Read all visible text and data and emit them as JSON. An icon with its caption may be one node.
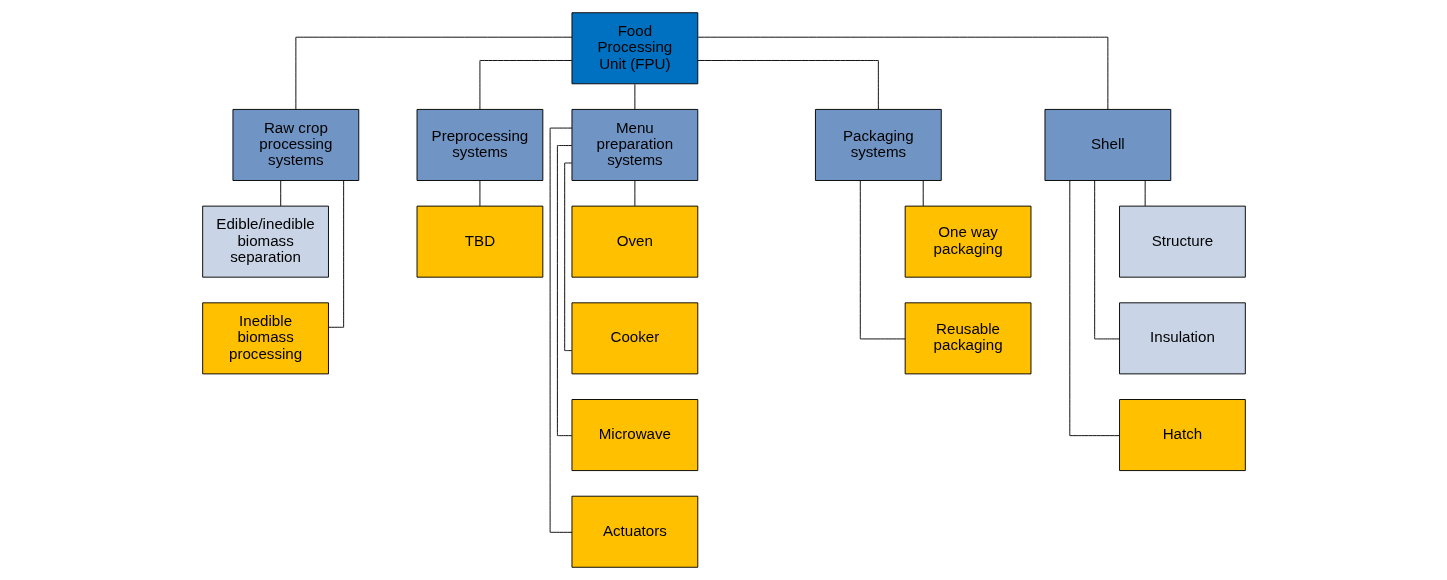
{
  "diagram": {
    "nodes": [
      {
        "text": [
          "Food Processing Unit (FPU)"
        ]
      },
      {
        "text": [
          "Raw crop processing systems"
        ]
      },
      {
        "text": [
          "Edible/inedible biomass separation"
        ]
      },
      {
        "text": [
          "Inedible biomass processing"
        ]
      },
      {
        "text": [
          "Preprocessing systems"
        ]
      },
      {
        "text": [
          "TBD"
        ]
      },
      {
        "text": [
          "Menu preparation systems"
        ]
      },
      {
        "text": [
          "Oven"
        ]
      },
      {
        "text": [
          "Cooker"
        ]
      },
      {
        "text": [
          "Microwave"
        ]
      },
      {
        "text": [
          "Actuators"
        ]
      },
      {
        "text": [
          "Packaging systems"
        ]
      },
      {
        "text": [
          "One way packaging"
        ]
      },
      {
        "text": [
          "Reusable packaging"
        ]
      },
      {
        "text": [
          "Shell"
        ]
      },
      {
        "text": [
          "Structure"
        ]
      },
      {
        "text": [
          "Insulation"
        ]
      },
      {
        "text": [
          "Hatch"
        ]
      }
    ],
    "edges": [
      {
        "from": 0,
        "to": 1,
        "arrow": "none"
      },
      {
        "from": 0,
        "to": 4,
        "arrow": "none"
      },
      {
        "from": 0,
        "to": 6,
        "arrow": "none"
      },
      {
        "from": 0,
        "to": 11,
        "arrow": "none"
      },
      {
        "from": 0,
        "to": 14,
        "arrow": "none"
      },
      {
        "from": 1,
        "to": 2,
        "arrow": "none"
      },
      {
        "from": 1,
        "to": 3,
        "arrow": "none"
      },
      {
        "from": 4,
        "to": 5,
        "arrow": "none"
      },
      {
        "from": 6,
        "to": 7,
        "arrow": "none"
      },
      {
        "from": 6,
        "to": 8,
        "arrow": "none"
      },
      {
        "from": 6,
        "to": 9,
        "arrow": "none"
      },
      {
        "from": 6,
        "to": 10,
        "arrow": "none"
      },
      {
        "from": 11,
        "to": 12,
        "arrow": "none"
      },
      {
        "from": 11,
        "to": 13,
        "arrow": "none"
      },
      {
        "from": 14,
        "to": 15,
        "arrow": "none"
      },
      {
        "from": 14,
        "to": 16,
        "arrow": "none"
      },
      {
        "from": 14,
        "to": 17,
        "arrow": "none"
      }
    ]
  }
}
